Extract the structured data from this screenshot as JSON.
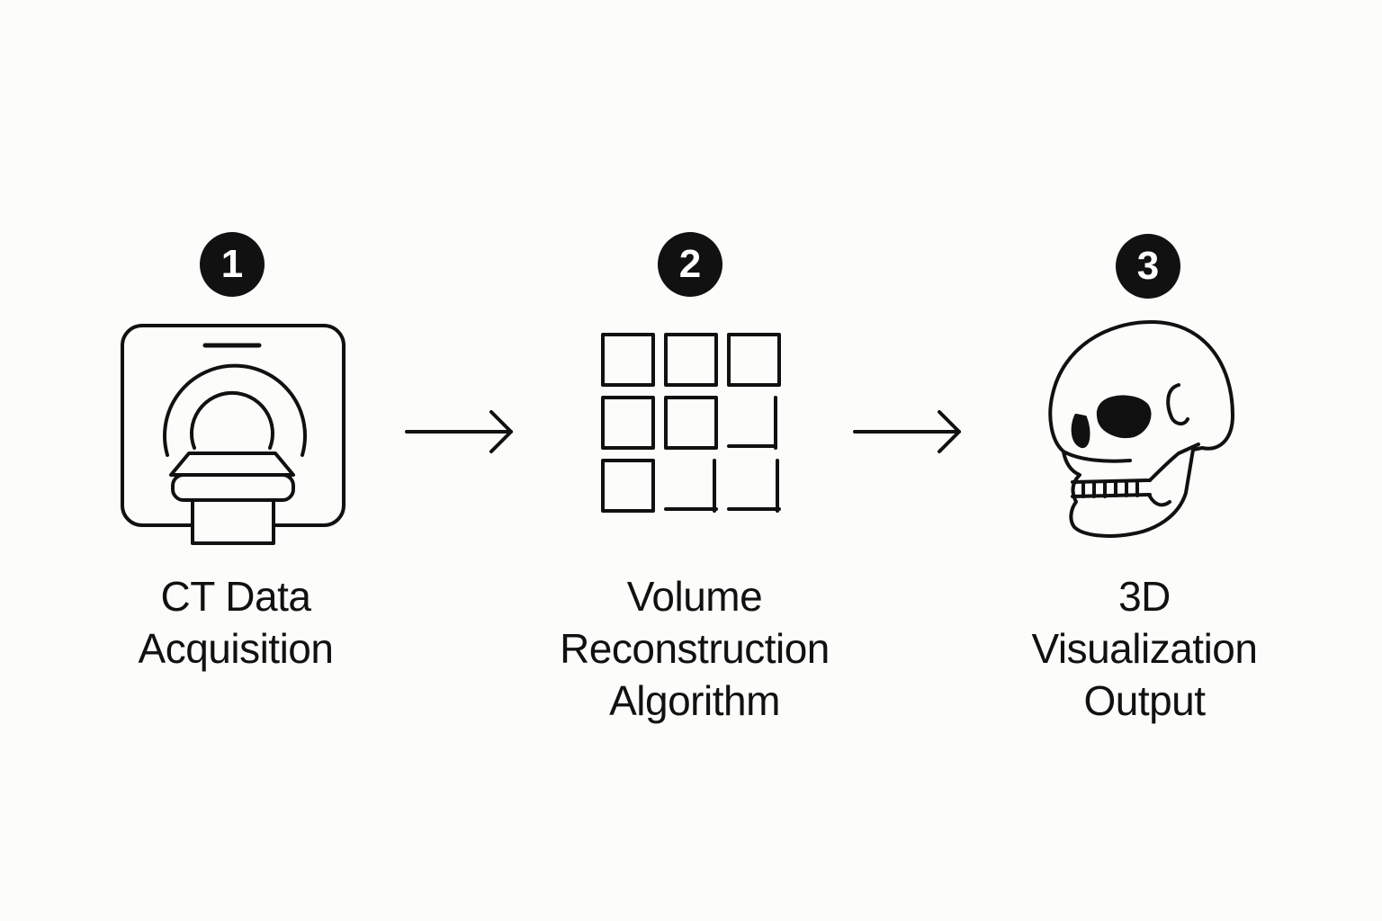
{
  "steps": [
    {
      "number": "1",
      "icon": "ct-scanner-icon",
      "label_lines": [
        "CT Data",
        "Acquisition"
      ]
    },
    {
      "number": "2",
      "icon": "voxel-grid-icon",
      "label_lines": [
        "Volume",
        "Reconstruction",
        "Algorithm"
      ]
    },
    {
      "number": "3",
      "icon": "skull-icon",
      "label_lines": [
        "3D",
        "Visualization",
        "Output"
      ]
    }
  ],
  "colors": {
    "background": "#fcfcfa",
    "ink": "#111111",
    "badge_text": "#ffffff"
  }
}
